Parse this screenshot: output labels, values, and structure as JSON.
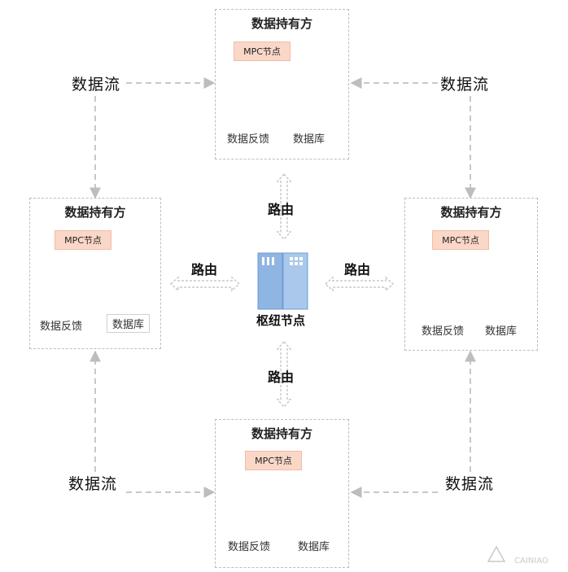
{
  "nodes": {
    "top": {
      "title": "数据持有方",
      "mpc": "MPC节点",
      "feedback": "数据反馈",
      "db": "数据库"
    },
    "left": {
      "title": "数据持有方",
      "mpc": "MPC节点",
      "feedback": "数据反馈",
      "db": "数据库"
    },
    "right": {
      "title": "数据持有方",
      "mpc": "MPC节点",
      "feedback": "数据反馈",
      "db": "数据库"
    },
    "bottom": {
      "title": "数据持有方",
      "mpc": "MPC节点",
      "feedback": "数据反馈",
      "db": "数据库"
    }
  },
  "data_flow": {
    "top_left": "数据流",
    "top_right": "数据流",
    "bottom_left": "数据流",
    "bottom_right": "数据流"
  },
  "routes": {
    "top": "路由",
    "left": "路由",
    "right": "路由",
    "bottom": "路由"
  },
  "hub": {
    "label": "枢纽节点"
  },
  "watermark": {
    "text": "CAINIAO"
  },
  "colors": {
    "mpc_fill": "#fbd7c8",
    "doc_fill": "#a9c8eb",
    "db_fill": "#a9c8eb",
    "server_fill": "#8fb5e3",
    "dashed_line": "#c8c8c8"
  }
}
